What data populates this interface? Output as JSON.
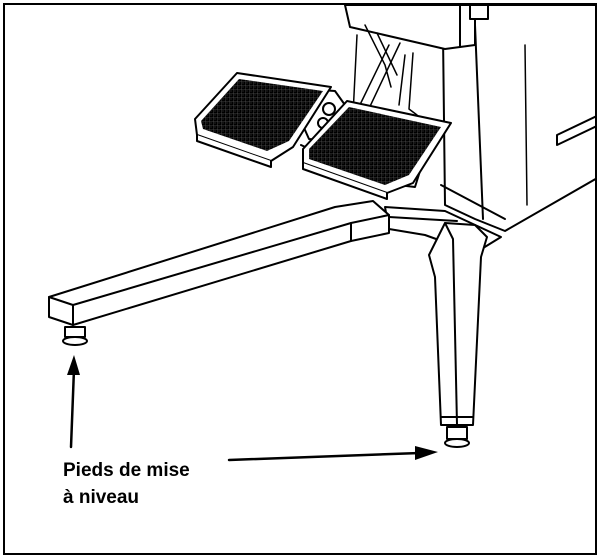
{
  "callout": {
    "line1": "Pieds de mise",
    "line2": "à niveau"
  },
  "colors": {
    "stroke": "#000000",
    "fill": "#ffffff",
    "pedal_pad": "#111111",
    "pedal_grid": "#555555"
  },
  "icons": {
    "equipment": "ophthalmic-instrument-base-illustration",
    "pedal": "foot-pedal",
    "foot": "leveling-foot"
  }
}
